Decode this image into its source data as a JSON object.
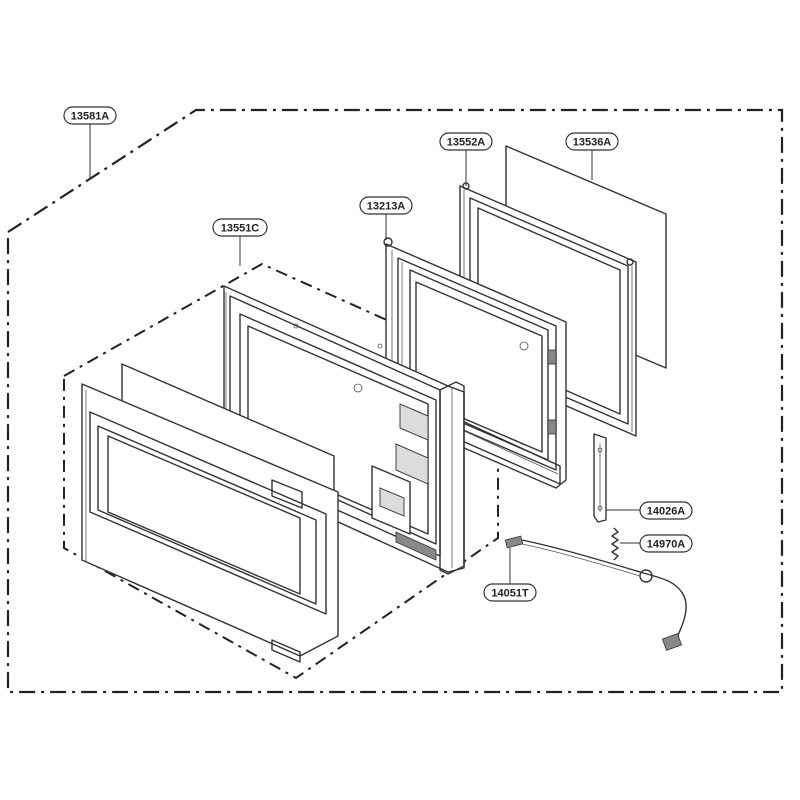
{
  "labels": {
    "assembly": "13581A",
    "door_front": "13551C",
    "door_frame": "13213A",
    "choke_frame": "13552A",
    "door_glass": "13536A",
    "hinge": "14026A",
    "spring": "14970A",
    "harness": "14051T"
  }
}
